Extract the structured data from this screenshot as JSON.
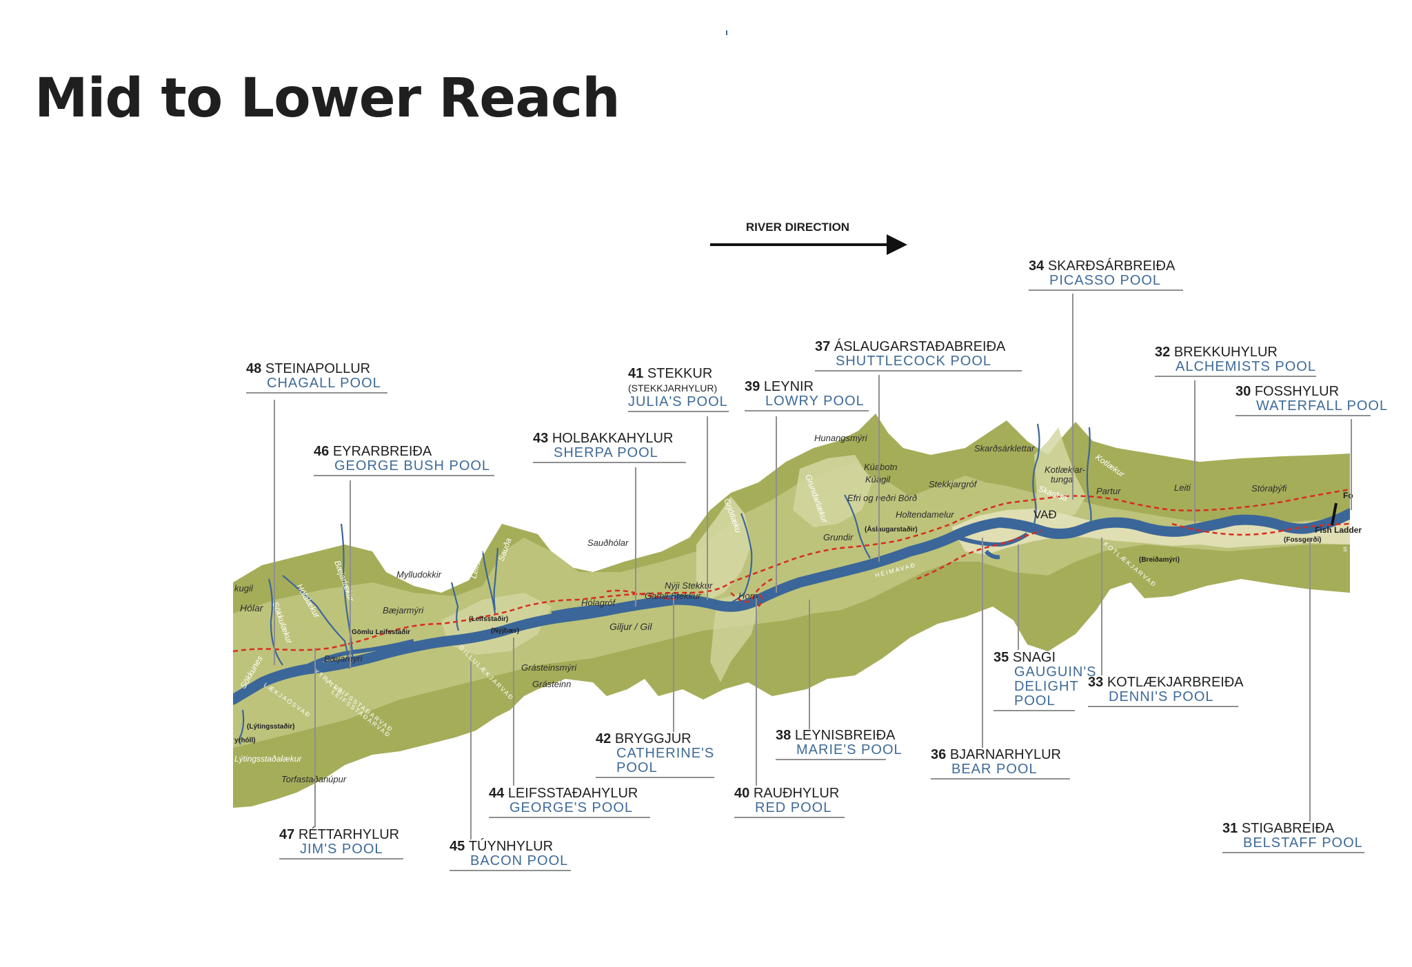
{
  "page": {
    "title": "Mid to Lower Reach"
  },
  "direction": {
    "label": "RIVER DIRECTION"
  },
  "pools": [
    {
      "num": "48",
      "ice": "STEINAPOLLUR",
      "en": [
        "CHAGALL POOL"
      ]
    },
    {
      "num": "46",
      "ice": "EYRARBREIÐA",
      "en": [
        "GEORGE BUSH POOL"
      ]
    },
    {
      "num": "43",
      "ice": "HOLBAKKAHYLUR",
      "en": [
        "SHERPA POOL"
      ]
    },
    {
      "num": "41",
      "ice": "STEKKUR",
      "sub": "(STEKKJARHYLUR)",
      "en": [
        "JULIA'S POOL"
      ]
    },
    {
      "num": "39",
      "ice": "LEYNIR",
      "en": [
        "LOWRY POOL"
      ]
    },
    {
      "num": "37",
      "ice": "ÁSLAUGARSTAÐABREIÐA",
      "en": [
        "SHUTTLECOCK POOL"
      ]
    },
    {
      "num": "34",
      "ice": "SKARÐSÁRBREIÐA",
      "en": [
        "PICASSO POOL"
      ]
    },
    {
      "num": "32",
      "ice": "BREKKUHYLUR",
      "en": [
        "ALCHEMISTS POOL"
      ]
    },
    {
      "num": "30",
      "ice": "FOSSHYLUR",
      "en": [
        "WATERFALL POOL"
      ]
    },
    {
      "num": "47",
      "ice": "RÉTTARHYLUR",
      "en": [
        "JIM'S POOL"
      ]
    },
    {
      "num": "45",
      "ice": "TÚYNHYLUR",
      "en": [
        "BACON POOL"
      ]
    },
    {
      "num": "44",
      "ice": "LEIFSSTAÐAHYLUR",
      "en": [
        "GEORGE'S POOL"
      ]
    },
    {
      "num": "42",
      "ice": "BRYGGJUR",
      "en": [
        "CATHERINE'S",
        "POOL"
      ]
    },
    {
      "num": "40",
      "ice": "RAUÐHYLUR",
      "en": [
        "RED POOL"
      ]
    },
    {
      "num": "38",
      "ice": "LEYNISBREIÐA",
      "en": [
        "MARIE'S POOL"
      ]
    },
    {
      "num": "36",
      "ice": "BJARNARHYLUR",
      "en": [
        "BEAR POOL"
      ]
    },
    {
      "num": "35",
      "ice": "SNAGI",
      "en": [
        "GAUGUIN'S",
        "DELIGHT",
        "POOL"
      ]
    },
    {
      "num": "33",
      "ice": "KOTLÆKJARBREIÐA",
      "en": [
        "DENNI'S POOL"
      ]
    },
    {
      "num": "31",
      "ice": "STIGABREIÐA",
      "en": [
        "BELSTAFF POOL"
      ]
    }
  ],
  "places": [
    "kugil",
    "Hólar",
    "Mylludokkir",
    "Bæjarmýri",
    "Gömlu Leifsstaðir",
    "Bæjareyri",
    "(Leifsstaðir)",
    "(Nýjbær)",
    "Sauðhólar",
    "Hólagróf",
    "Nýji Stekkur",
    "Gamli Stekkur",
    "Horn",
    "Giljur / Gil",
    "Grásteinsmýri",
    "Grásteinn",
    "(Lýtingsstaðir)",
    "yrhóll)",
    "Torfastaðanúpur",
    "Hunangsmýri",
    "Kúabotn",
    "Kúagil",
    "Efri og neðri Börð",
    "Stekkjargróf",
    "Holtendamelur",
    "Grundir",
    "(Áslaugarstaðir)",
    "Skarðsárklettar",
    "Kotlækjar-",
    "tunga",
    "Partur",
    "VAÐ",
    "Leiti",
    "Stóraþýfi",
    "Fish Ladder",
    "(Fossgerði)",
    "(Breiðamýri)",
    "Fo"
  ],
  "tributaries": [
    "Sökkulækur",
    "Hólalækur",
    "Bæjarlækur",
    "Leifsstaðalækur",
    "Sauða",
    "Grjótlæku",
    "Grundarlækur",
    "Skarðsá",
    "Kotlækur",
    "Sökkunes",
    "Lýtingsstaðalækur"
  ],
  "roads": [
    "LÆKJAÓSVAÐ",
    "YTRA LEIFSSTAÐARVAÐ",
    "YTRA",
    "LEIFSSTAÐARVAÐ",
    "GILLULÆKJARVAÐ",
    "HEIMAVAÐ",
    "KOTLÆKJARVAÐ",
    "S"
  ],
  "colors": {
    "river": "#3b6699",
    "land_dark": "#a4ac58",
    "land_mid": "#bcc27a",
    "land_light": "#d3d6a0",
    "trail": "#d92b1f",
    "english_label": "#3d6a98",
    "leader_line": "#8f8f8f"
  }
}
